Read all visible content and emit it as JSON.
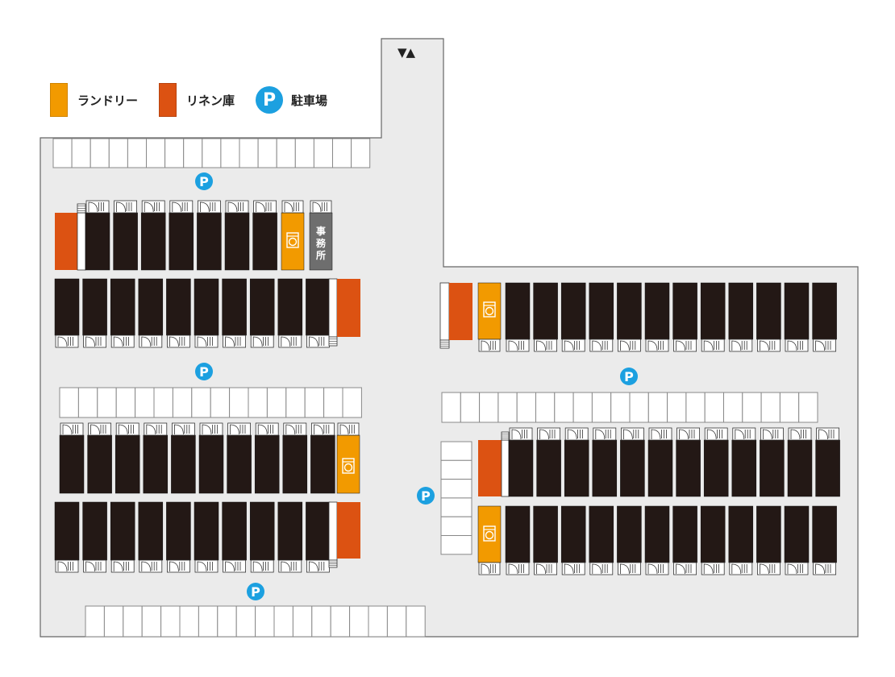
{
  "legend": {
    "laundry_label": "ランドリー",
    "linen_label": "リネン庫",
    "parking_symbol": "P",
    "parking_label": "駐車場"
  },
  "entrance_label": "▼▲",
  "office_label": "事務所",
  "parking_symbol": "P",
  "colors": {
    "ground": "#ebebeb",
    "building": "#231815",
    "laundry": "#f29a00",
    "linen": "#dc5212",
    "office": "#6e6e6e",
    "parking_icon": "#1ca0e0",
    "border": "#666666"
  },
  "icons": [
    "washing-machine-icon",
    "door-icon",
    "stairs-icon",
    "parking-icon"
  ]
}
